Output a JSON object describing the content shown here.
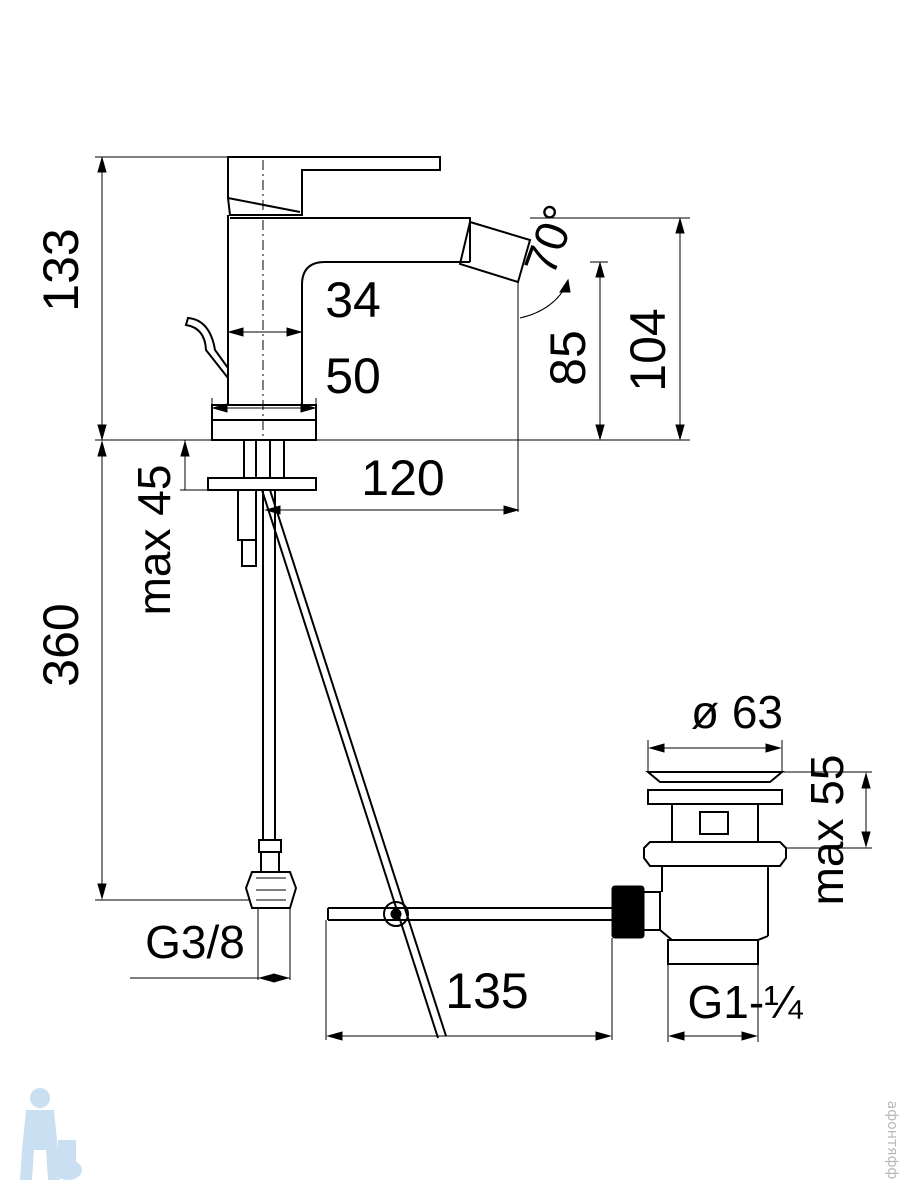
{
  "dimensions": {
    "total_height": "133",
    "spout_height": "104",
    "aerator_height": "85",
    "swivel_angle": "70°",
    "body_width": "34",
    "base_width": "50",
    "spout_reach": "120",
    "max_deck_thickness": "max 45",
    "hose_length": "360",
    "hose_connection": "G3/8",
    "drain_diameter": "ø 63",
    "max_drain_depth": "max 55",
    "pull_rod_length": "135",
    "drain_thread": "G1-¼"
  },
  "watermark": {
    "side_text": "афонтяфф"
  },
  "colors": {
    "line": "#000000",
    "background": "#ffffff",
    "watermark": "#b8b8b8",
    "mascot": "#9fc7e8"
  }
}
